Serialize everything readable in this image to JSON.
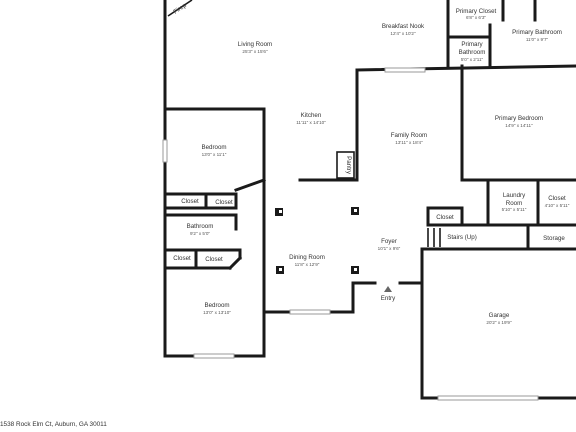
{
  "rooms": [
    {
      "id": "living-room",
      "name": "Living Room",
      "size": "25'3\" x 15'6\""
    },
    {
      "id": "breakfast-nook",
      "name": "Breakfast Nook",
      "size": "12'4\" x 10'2\""
    },
    {
      "id": "primary-closet",
      "name": "Primary Closet",
      "size": "6'8\" x 6'3\""
    },
    {
      "id": "primary-bathroom-main",
      "name": "Primary Bathroom",
      "size": "11'0\" x 9'7\""
    },
    {
      "id": "primary-bathroom-small",
      "name": "Primary",
      "name2": "Bathroom",
      "size": "5'0\" x 2'11\""
    },
    {
      "id": "kitchen",
      "name": "Kitchen",
      "size": "11'11\" x 14'10\""
    },
    {
      "id": "family-room",
      "name": "Family Room",
      "size": "13'11\" x 18'4\""
    },
    {
      "id": "primary-bedroom",
      "name": "Primary Bedroom",
      "size": "14'9\" x 14'11\""
    },
    {
      "id": "bedroom-1",
      "name": "Bedroom",
      "size": "13'0\" x 11'1\""
    },
    {
      "id": "laundry-room",
      "name": "Laundry",
      "name2": "Room",
      "size": "5'10\" x 5'11\""
    },
    {
      "id": "closet-laundry",
      "name": "Closet",
      "size": "4'10\" x 5'11\""
    },
    {
      "id": "bathroom",
      "name": "Bathroom",
      "size": "9'2\" x 5'0\""
    },
    {
      "id": "dining-room",
      "name": "Dining Room",
      "size": "11'8\" x 12'9\""
    },
    {
      "id": "foyer",
      "name": "Foyer",
      "size": "10'1\" x 9'6\""
    },
    {
      "id": "garage",
      "name": "Garage",
      "size": "20'2\" x 19'9\""
    },
    {
      "id": "bedroom-2",
      "name": "Bedroom",
      "size": "13'0\" x 13'10\""
    }
  ],
  "labels": {
    "closet_a": "Closet",
    "closet_b": "Closet",
    "closet_c": "Closet",
    "closet_d": "Closet",
    "closet_foyer": "Closet",
    "pantry": "Pantry",
    "stairs": "Stairs (Up)",
    "storage": "Storage",
    "entry": "Entry",
    "fireplace": "Firep"
  },
  "address": "1538 Rock Elm Ct, Auburn, GA 30011"
}
